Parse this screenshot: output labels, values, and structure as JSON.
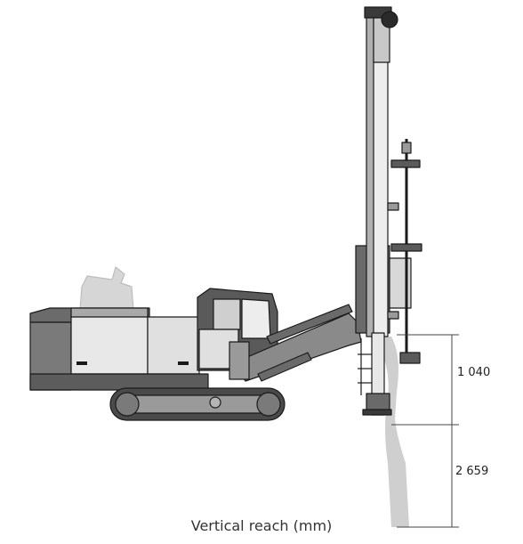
{
  "diagram": {
    "caption": "Vertical reach (mm)",
    "dimensions": [
      {
        "label": "1 040",
        "value_mm": 1040
      },
      {
        "label": "2 659",
        "value_mm": 2659
      }
    ]
  },
  "colors": {
    "body_dark": "#6b6b6b",
    "body_mid": "#a9a9a9",
    "body_light": "#e8e8e8",
    "reach_zone": "#cfcfcf",
    "outline": "#1a1a1a"
  }
}
